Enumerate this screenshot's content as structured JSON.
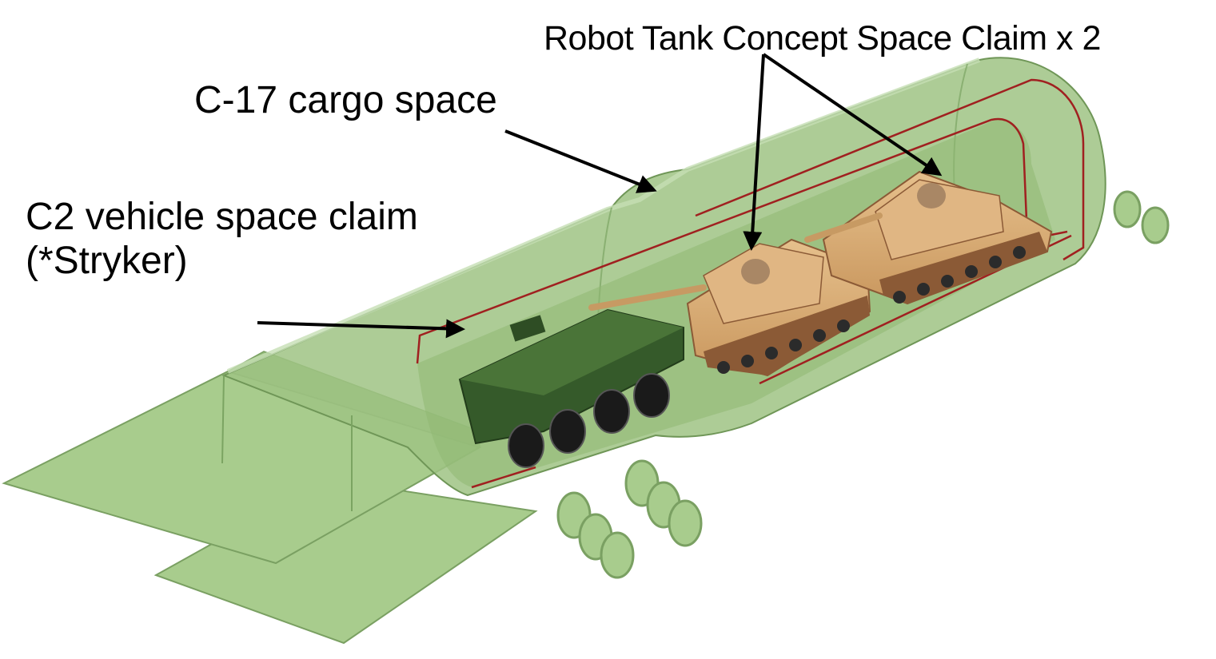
{
  "labels": {
    "robot_tank": "Robot Tank Concept Space Claim x 2",
    "c17_cargo": "C-17 cargo space",
    "c2_vehicle_line1": "C2 vehicle space claim",
    "c2_vehicle_line2": "(*Stryker)"
  },
  "colors": {
    "fuselage_fill": "#9fc384",
    "fuselage_edge": "#6f9657",
    "cargo_outline": "#a02020",
    "stryker": "#355a2a",
    "tank_tan": "#d9ad76",
    "tank_brown": "#8b5a36",
    "arrow": "#000000"
  }
}
